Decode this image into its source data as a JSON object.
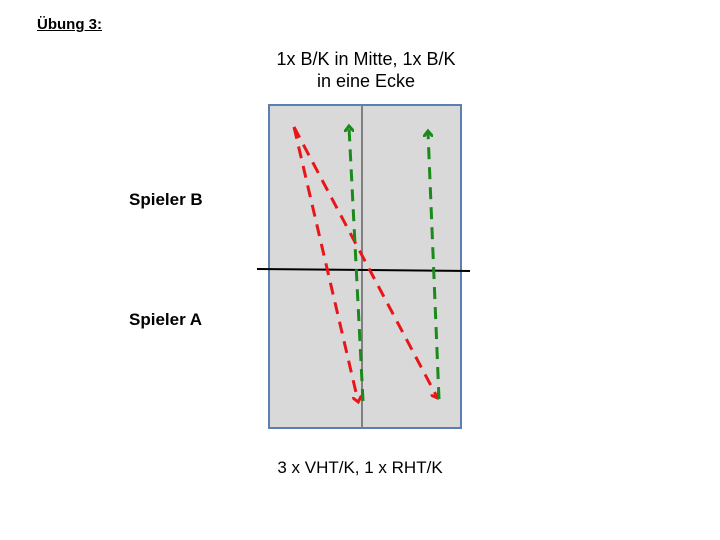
{
  "title": "Übung 3:",
  "top_caption": [
    "1x B/K in Mitte, 1x B/K",
    "in eine Ecke"
  ],
  "players": {
    "b": "Spieler B",
    "a": "Spieler A"
  },
  "bottom_caption": "3 x VHT/K, 1 x RHT/K",
  "colors": {
    "table_fill": "#d9d9d9",
    "table_border": "#5b7fb0",
    "net": "#000000",
    "center_line": "#808080",
    "red_arrow": "#e8161b",
    "green_arrow": "#1a8a1a"
  },
  "arrows": [
    {
      "id": "red-1",
      "color": "red",
      "direction": "down"
    },
    {
      "id": "red-2",
      "color": "red",
      "direction": "down"
    },
    {
      "id": "green-1",
      "color": "green",
      "direction": "up"
    },
    {
      "id": "green-2",
      "color": "green",
      "direction": "up"
    }
  ]
}
